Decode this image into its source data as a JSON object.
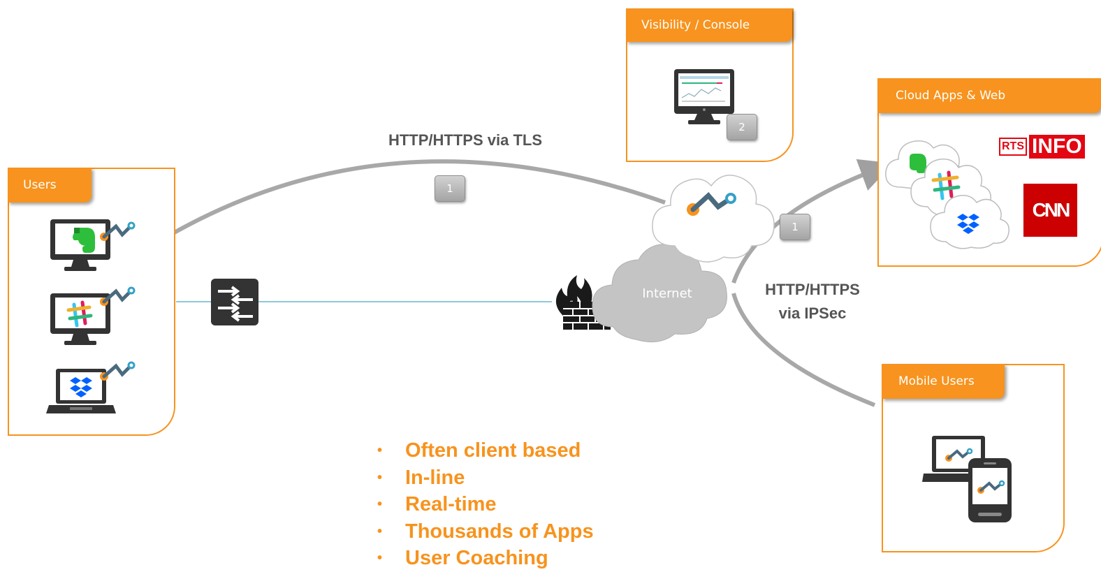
{
  "panels": {
    "users": {
      "title": "Users"
    },
    "console": {
      "title": "Visibility / Console"
    },
    "cloud": {
      "title": "Cloud  Apps & Web"
    },
    "mobile": {
      "title": "Mobile Users"
    }
  },
  "labels": {
    "tls": "HTTP/HTTPS via TLS",
    "ipsec_line1": "HTTP/HTTPS",
    "ipsec_line2": "via IPSec",
    "internet": "Internet",
    "rts_prefix": "RTS",
    "rts_word": "INFO",
    "cnn": "CNN"
  },
  "badges": {
    "tls_step": "1",
    "console_step": "2",
    "ipsec_step": "1"
  },
  "bullets": [
    "Often client based",
    "In-line",
    "Real-time",
    "Thousands of Apps",
    "User Coaching"
  ],
  "bullet_marker": "•",
  "colors": {
    "accent": "#f7931e",
    "label_gray": "#555555",
    "connector_teal": "#8ec9d8",
    "cloud_gray": "#c4c4c4"
  },
  "icons": [
    "monitor-icon",
    "laptop-icon",
    "evernote-icon",
    "slack-icon",
    "dropbox-icon",
    "agent-logo-icon",
    "switch-icon",
    "firewall-icon",
    "cloud-icon",
    "phone-icon",
    "rts-info-logo",
    "cnn-logo"
  ]
}
